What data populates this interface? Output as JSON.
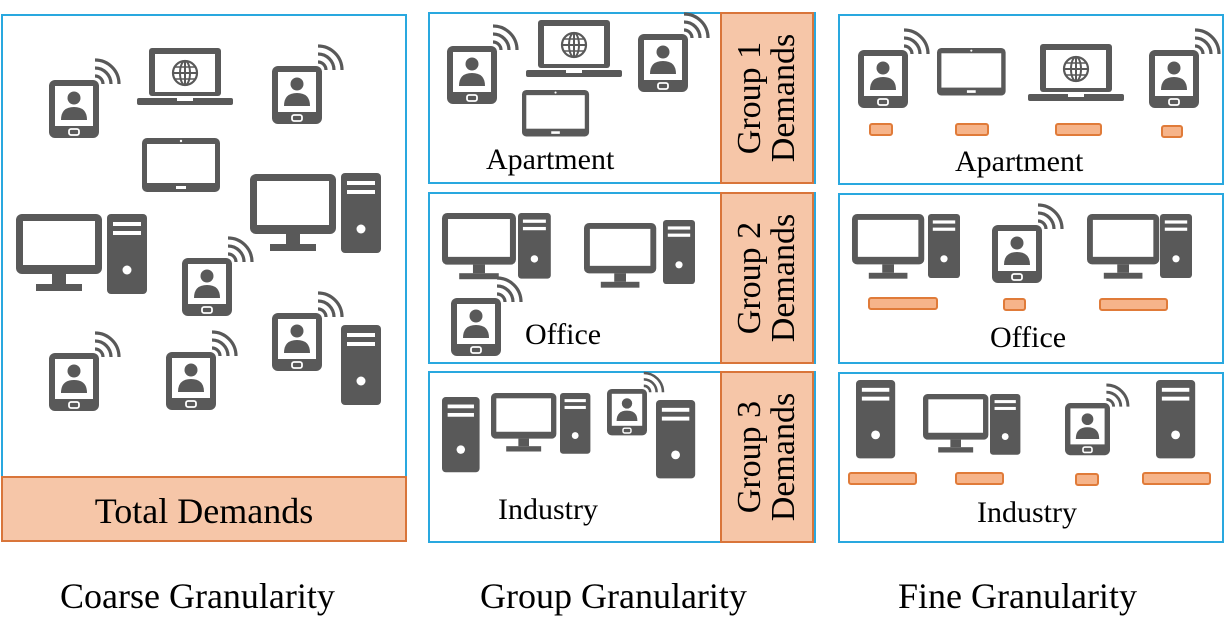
{
  "coarse": {
    "caption": "Coarse Granularity",
    "total_label": "Total Demands"
  },
  "group": {
    "caption": "Group Granularity",
    "sections": [
      {
        "place": "Apartment",
        "tag_line1": "Group 1",
        "tag_line2": "Demands"
      },
      {
        "place": "Office",
        "tag_line1": "Group 2",
        "tag_line2": "Demands"
      },
      {
        "place": "Industry",
        "tag_line1": "Group 3",
        "tag_line2": "Demands"
      }
    ]
  },
  "fine": {
    "caption": "Fine Granularity",
    "sections": [
      {
        "place": "Apartment"
      },
      {
        "place": "Office"
      },
      {
        "place": "Industry"
      }
    ]
  },
  "colors": {
    "device": "#595959",
    "box_border": "#29a8df",
    "demand_fill": "#f6c6a8",
    "demand_border": "#d9753a"
  },
  "icons": [
    "smartphone-icon",
    "laptop-icon",
    "tablet-icon",
    "desktop-monitor-icon",
    "pc-tower-icon"
  ]
}
